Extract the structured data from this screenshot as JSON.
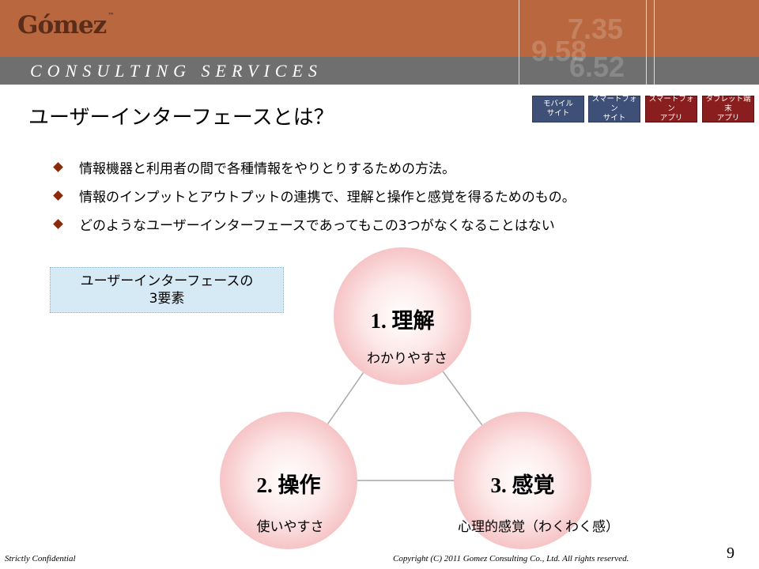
{
  "header": {
    "logo": "Gómez",
    "logo_tm": "™",
    "tagline": "CONSULTING SERVICES",
    "deco_numbers": [
      "7.35",
      "9.58",
      "6.52"
    ]
  },
  "title": "ユーザーインターフェースとは？",
  "tags": [
    {
      "line1": "モバイル",
      "line2": "サイト"
    },
    {
      "line1": "スマートフォン",
      "line2": "サイト"
    },
    {
      "line1": "スマートフォン",
      "line2": "アプリ"
    },
    {
      "line1": "タブレット端末",
      "line2": "アプリ"
    }
  ],
  "bullets": [
    "情報機器と利用者の間で各種情報をやりとりするための方法。",
    "情報のインプットとアウトプットの連携で、理解と操作と感覚を得るためのもの。",
    "どのようなユーザーインターフェースであってもこの3つがなくなることはない"
  ],
  "elements_box": {
    "line1": "ユーザーインターフェースの",
    "line2": "3要素"
  },
  "circles": [
    {
      "title": "1. 理解",
      "subtitle": "わかりやすさ"
    },
    {
      "title": "2. 操作",
      "subtitle": "使いやすさ"
    },
    {
      "title": "3. 感覚",
      "subtitle": "心理的感覚（わくわく感）"
    }
  ],
  "footer": {
    "left": "Strictly Confidential",
    "right": "Copyright (C) 2011 Gomez Consulting Co., Ltd.  All rights reserved.",
    "page": "9"
  },
  "colors": {
    "header": "#b8673f",
    "band": "#6f6f6f",
    "tag_blue": "#3e4f78",
    "tag_red": "#8a1e1e",
    "bullet": "#8b2a0a",
    "circle_edge": "#f6c8c8"
  }
}
